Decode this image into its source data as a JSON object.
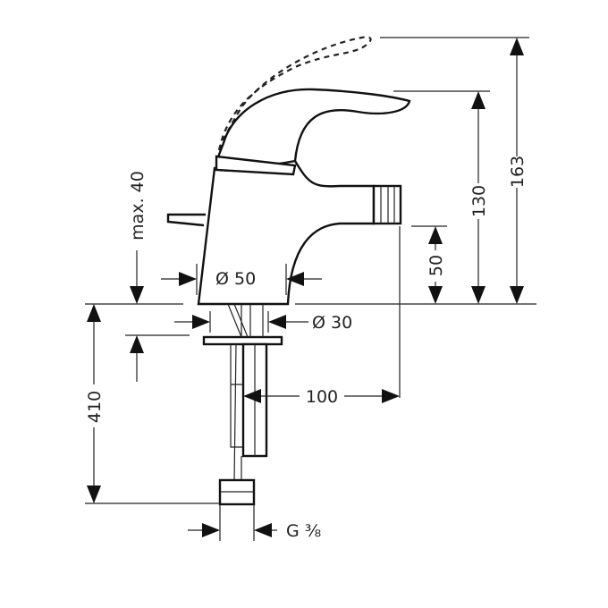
{
  "dimensions": {
    "max_40": "max. 40",
    "d50": "Ø 50",
    "d30": "Ø 30",
    "len_100": "100",
    "len_410": "410",
    "h_50": "50",
    "h_130": "130",
    "h_163": "163",
    "thread": "G ⅜"
  }
}
